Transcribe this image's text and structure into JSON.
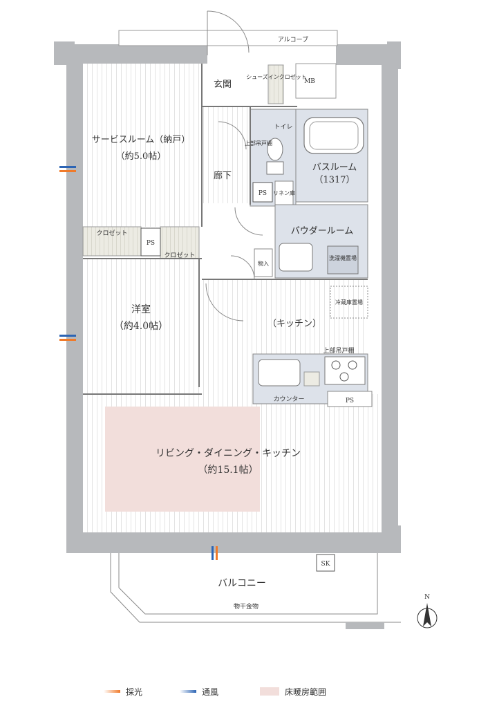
{
  "colors": {
    "wall": "#b7b9bc",
    "floor_line": "#e6e6e6",
    "wet_area": "#dde2ea",
    "closet": "#e6e6dc",
    "heated": "#f2dedb",
    "light_arrow": "#f07a2a",
    "wind_arrow": "#2c64b4"
  },
  "rooms": {
    "alcove": "アルコーブ",
    "mb": "MB",
    "entrance": "玄関",
    "shoe_closet": "シューズインクロゼット",
    "service_room_name": "サービスルーム（納戸）",
    "service_room_size": "（約5.0帖）",
    "toilet": "トイレ",
    "upper_cabinet_toilet": "上部吊戸棚",
    "bathroom_name": "バスルーム",
    "bathroom_size": "（1317）",
    "hallway": "廊下",
    "ps_hall": "PS",
    "linen": "リネン庫",
    "powder_room": "パウダールーム",
    "washer": "洗濯機置場",
    "closet_service": "クロゼット",
    "ps_mid": "PS",
    "closet_western": "クロゼット",
    "storage": "物入",
    "fridge": "冷蔵庫置場",
    "western_name": "洋室",
    "western_size": "（約4.0帖）",
    "kitchen": "（キッチン）",
    "upper_cabinet_kitchen": "上部吊戸棚",
    "counter": "カウンター",
    "ps_kitchen": "PS",
    "ldk_name": "リビング・ダイニング・キッチン",
    "ldk_size": "（約15.1帖）",
    "sk": "SK",
    "balcony": "バルコニー",
    "drying_rack": "物干金物"
  },
  "compass": {
    "north": "N"
  },
  "legend": {
    "light": "採光",
    "wind": "通風",
    "floor_heating": "床暖房範囲"
  }
}
